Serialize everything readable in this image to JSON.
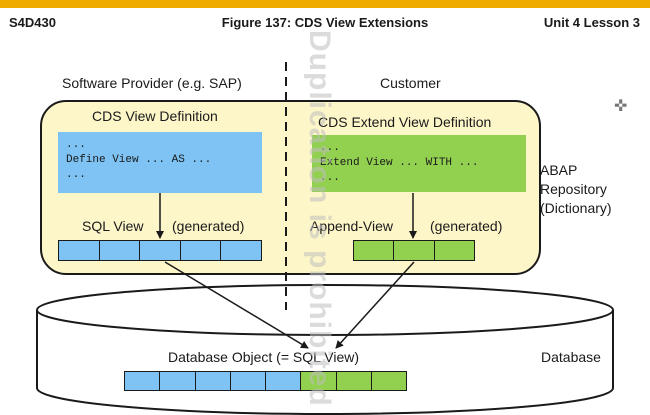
{
  "header": {
    "course": "S4D430",
    "figure": "Figure 137: CDS View Extensions",
    "unit": "Unit 4 Lesson 3"
  },
  "watermark": "Duplication is prohibited",
  "sections": {
    "provider": "Software Provider (e.g. SAP)",
    "customer": "Customer"
  },
  "left": {
    "title": "CDS View Definition",
    "code": [
      "...",
      "Define View ... AS ...",
      "..."
    ],
    "sql_view": "SQL View",
    "generated": "(generated)"
  },
  "right": {
    "title": "CDS Extend View Definition",
    "code": [
      "...",
      "Extend View ... WITH ...",
      "..."
    ],
    "append_view": "Append-View",
    "generated": "(generated)"
  },
  "repository_label": "ABAP Repository (Dictionary)",
  "database": {
    "object_label": "Database Object (= SQL View)",
    "label": "Database"
  },
  "colors": {
    "accent": "#f0ab00",
    "provider": "#7ec3f4",
    "customer": "#92d050",
    "panel": "#fdf6c9"
  }
}
